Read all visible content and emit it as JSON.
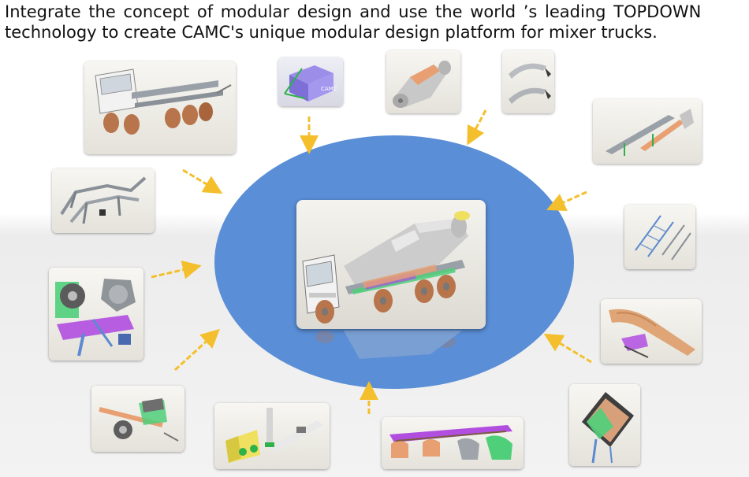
{
  "headline": {
    "line1": "Integrate the concept of modular design and use the world ’s leading TOPDOWN",
    "line2": "technology to create CAMC's unique modular design platform for mixer trucks."
  },
  "logo_box": {
    "text": "CAMC"
  },
  "colors": {
    "ellipse": "#5a8ed6",
    "arrow": "#f4bf2c",
    "panel_top": "#f7f6f2",
    "panel_bottom": "#e4e2da",
    "cab": "#f2f2f2",
    "wheel": "#b8744a",
    "drum": "#c8c8c8",
    "frame": "#9aa0a8",
    "green": "#4fcf7a",
    "purple": "#b14ee0",
    "orange": "#e8a073"
  },
  "modules": [
    {
      "id": "truck-chassis",
      "icon": "truck-chassis-icon"
    },
    {
      "id": "topdown-logo",
      "icon": "camc-logo-box-icon"
    },
    {
      "id": "mixer-drum",
      "icon": "mixer-drum-icon"
    },
    {
      "id": "drum-blades",
      "icon": "drum-blades-icon"
    },
    {
      "id": "subframe",
      "icon": "subframe-icon"
    },
    {
      "id": "ladder-rails",
      "icon": "ladder-rails-icon"
    },
    {
      "id": "feed-chute",
      "icon": "feed-chute-icon"
    },
    {
      "id": "feed-hopper",
      "icon": "feed-hopper-icon"
    },
    {
      "id": "fenders",
      "icon": "fenders-icon"
    },
    {
      "id": "water-tank",
      "icon": "water-tank-icon"
    },
    {
      "id": "drive-shaft",
      "icon": "drive-shaft-icon"
    },
    {
      "id": "hydraulic-drive",
      "icon": "hydraulic-drive-icon"
    },
    {
      "id": "front-frame",
      "icon": "front-frame-icon"
    },
    {
      "id": "center-mixer-truck",
      "icon": "mixer-truck-icon"
    }
  ]
}
